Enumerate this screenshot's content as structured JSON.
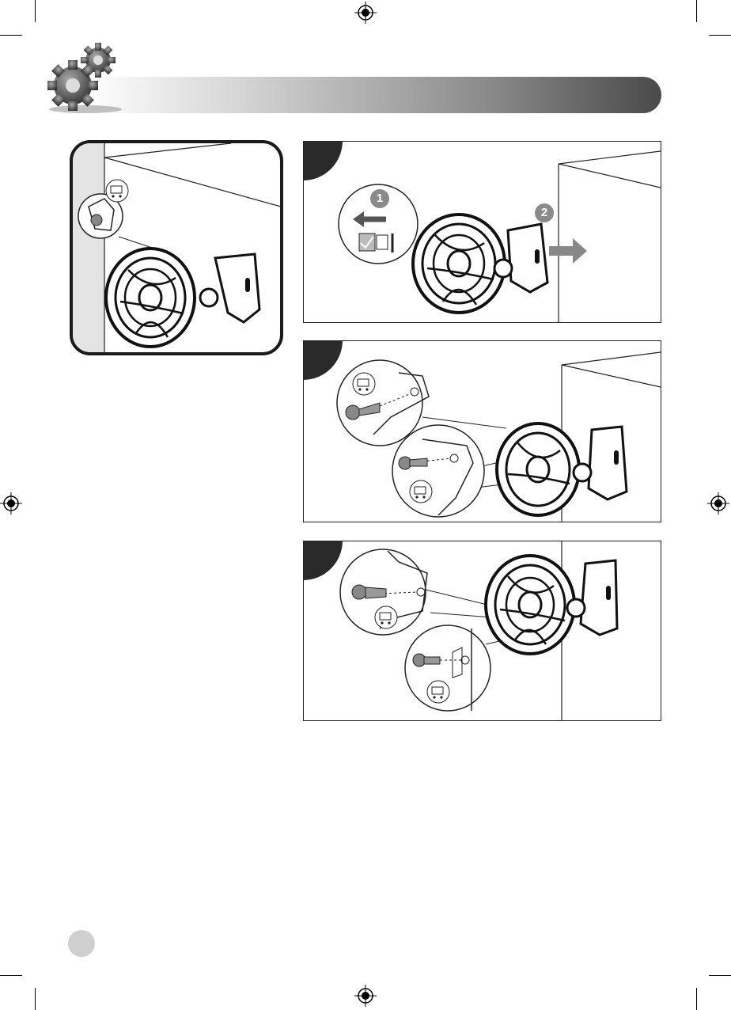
{
  "header": {
    "title": ""
  },
  "steps": [
    {
      "id": "a",
      "badges": [
        "1",
        "2"
      ]
    },
    {
      "id": "b"
    },
    {
      "id": "c"
    }
  ],
  "colors": {
    "dark": "#2a2a2a",
    "mid": "#8a8a8a",
    "light": "#d8d8d8",
    "panel_border": "#222222"
  },
  "icons": [
    "gears-icon",
    "registration-mark-icon",
    "shopping-cart-icon",
    "screw-icon",
    "fan-icon",
    "arrow-right-icon",
    "arrow-left-icon"
  ]
}
